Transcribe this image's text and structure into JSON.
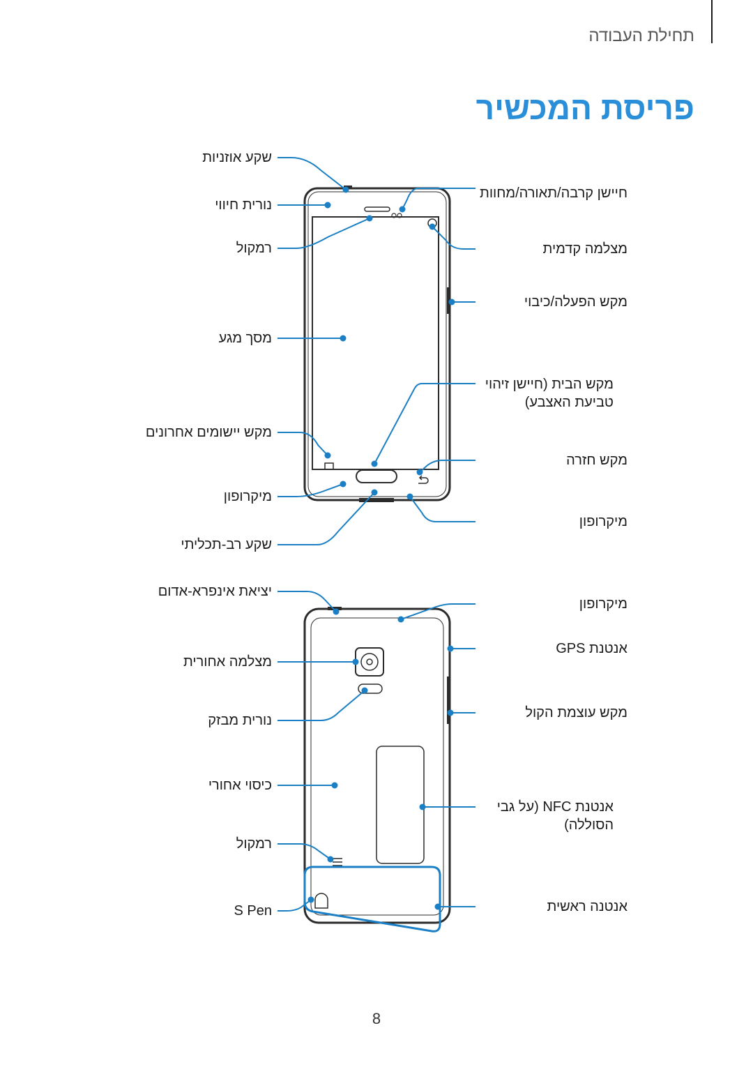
{
  "header": {
    "section": "תחילת העבודה"
  },
  "title": "פריסת המכשיר",
  "front_labels": {
    "left": [
      "שקע אוזניות",
      "נורית חיווי",
      "רמקול",
      "מסך מגע",
      "מקש יישומים אחרונים",
      "מיקרופון",
      "שקע רב-תכליתי"
    ],
    "right": [
      "חיישן קרבה/תאורה/מחוות",
      "מצלמה קדמית",
      "מקש הפעלה/כיבוי",
      "מקש הבית (חיישן זיהוי טביעת האצבע)",
      "מקש חזרה",
      "מיקרופון"
    ]
  },
  "back_labels": {
    "left": [
      "יציאת אינפרא-אדום",
      "מצלמה אחורית",
      "נורית מבזק",
      "כיסוי אחורי",
      "רמקול",
      "S Pen"
    ],
    "right": [
      "מיקרופון",
      "אנטנת GPS",
      "מקש עוצמת הקול",
      "אנטנת NFC (על גבי הסוללה)",
      "אנטנה ראשית"
    ]
  },
  "page_number": "8",
  "colors": {
    "accent": "#2a8fd8",
    "callout": "#1a7fc4",
    "device": "#2b2b2b"
  }
}
